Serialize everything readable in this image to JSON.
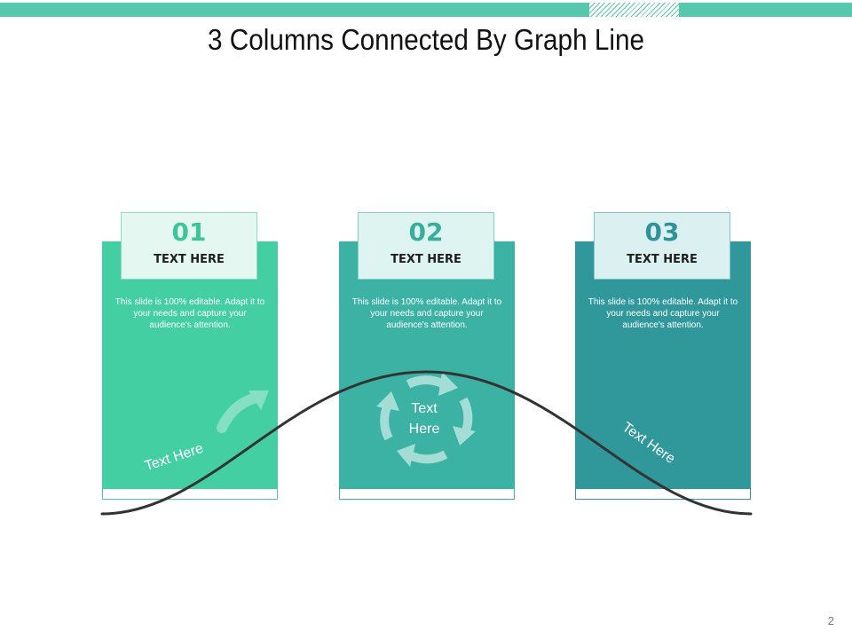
{
  "slide": {
    "title": "3 Columns Connected By Graph Line",
    "page_number": "2"
  },
  "colors": {
    "accent": "#56c8ac",
    "column_1": "#44cfa2",
    "column_2": "#3cb2a4",
    "column_3": "#30979b",
    "header_1_bg": "#e4f7f0",
    "header_2_bg": "#def4f1",
    "header_3_bg": "#dbf0f0",
    "curve": "#333333"
  },
  "columns": [
    {
      "number": "01",
      "heading": "TEXT HERE",
      "description": "This slide is 100% editable.  Adapt it to your needs and capture your audience's attention.",
      "icon": "curved-arrow-icon"
    },
    {
      "number": "02",
      "heading": "TEXT HERE",
      "description": "This slide is 100% editable.  Adapt it to your needs and capture your audience's attention.",
      "icon": "cycle-arrows-icon"
    },
    {
      "number": "03",
      "heading": "TEXT HERE",
      "description": "This slide is 100% editable.  Adapt it to your needs and capture your audience's attention."
    }
  ],
  "curve_labels": {
    "left": "Text Here",
    "center_line_1": "Text",
    "center_line_2": "Here",
    "right": "Text Here"
  }
}
